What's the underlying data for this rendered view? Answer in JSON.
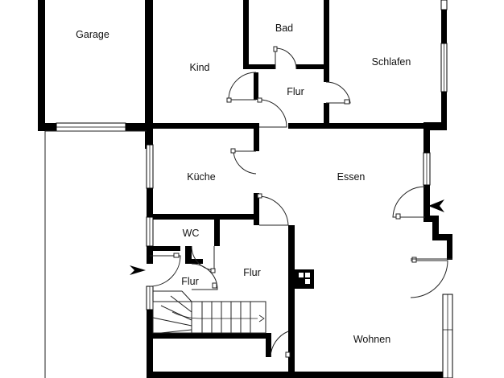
{
  "floor_plan": {
    "rooms": {
      "garage": "Garage",
      "kind": "Kind",
      "bad": "Bad",
      "schlafen": "Schlafen",
      "flur_upper": "Flur",
      "kueche": "Küche",
      "essen": "Essen",
      "wc": "WC",
      "flur_middle": "Flur",
      "flur_entry": "Flur",
      "wohnen": "Wohnen"
    },
    "colors": {
      "wall": "#000000",
      "window": "#ffffff",
      "line": "#222222",
      "background": "#ffffff"
    }
  }
}
